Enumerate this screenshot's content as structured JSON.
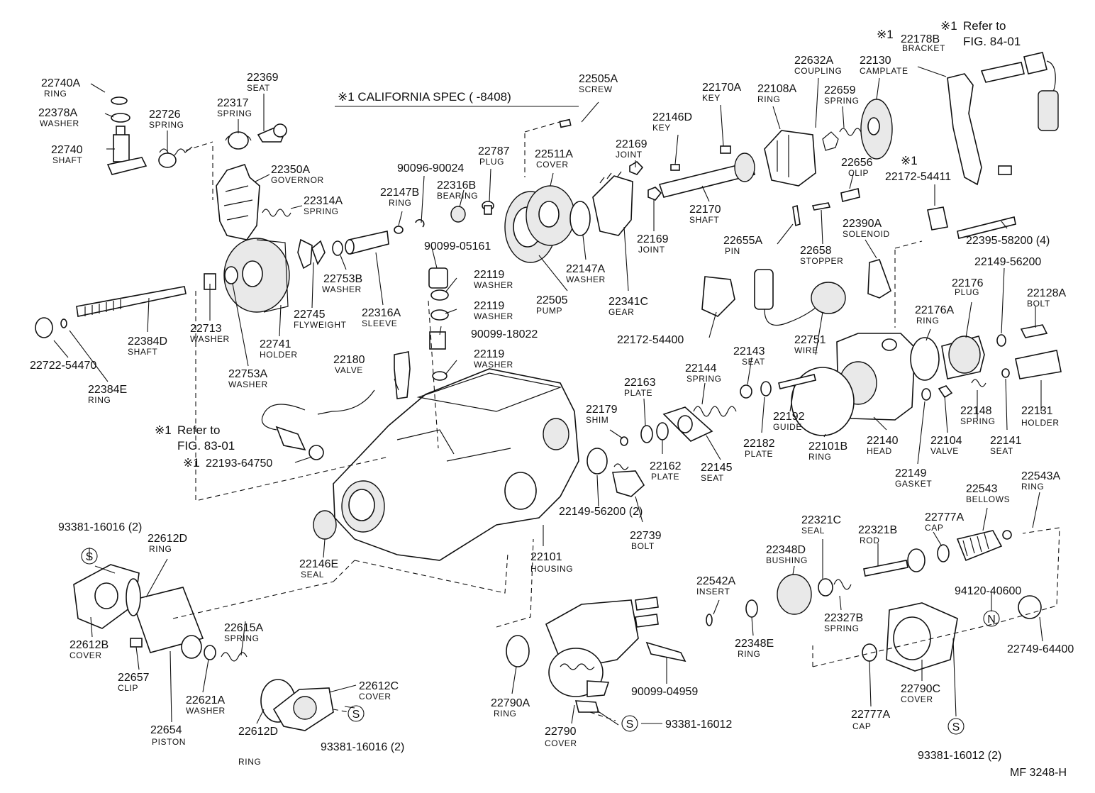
{
  "diagram": {
    "note": "※1 CALIFORNIA SPEC (      -8408)",
    "drawing_code": "MF  3248-H",
    "parts": [
      {
        "id": "22740A",
        "name": "RING"
      },
      {
        "id": "22378A",
        "name": "WASHER"
      },
      {
        "id": "22740",
        "name": "SHAFT"
      },
      {
        "id": "22726",
        "name": "SPRING"
      },
      {
        "id": "22317",
        "name": "SPRING"
      },
      {
        "id": "22369",
        "name": "SEAT"
      },
      {
        "id": "22350A",
        "name": "GOVERNOR"
      },
      {
        "id": "22314A",
        "name": "SPRING"
      },
      {
        "id": "22384D",
        "name": "SHAFT"
      },
      {
        "id": "22722-54470",
        "name": ""
      },
      {
        "id": "22384E",
        "name": "RING"
      },
      {
        "id": "22713",
        "name": "WASHER"
      },
      {
        "id": "22753A",
        "name": "WASHER"
      },
      {
        "id": "22741",
        "name": "HOLDER"
      },
      {
        "id": "22745",
        "name": "FLYWEIGHT"
      },
      {
        "id": "22753B",
        "name": "WASHER"
      },
      {
        "id": "22316A",
        "name": "SLEEVE"
      },
      {
        "id": "22147B",
        "name": "RING"
      },
      {
        "id": "90096-90024",
        "name": ""
      },
      {
        "id": "22316B",
        "name": "BEARING"
      },
      {
        "id": "22787",
        "name": "PLUG"
      },
      {
        "id": "22505A",
        "name": "SCREW"
      },
      {
        "id": "22511A",
        "name": "COVER"
      },
      {
        "id": "22505",
        "name": "PUMP"
      },
      {
        "id": "22147A",
        "name": "WASHER"
      },
      {
        "id": "22341C",
        "name": "GEAR"
      },
      {
        "id": "22169",
        "name": "JOINT"
      },
      {
        "id": "22169",
        "name": "JOINT"
      },
      {
        "id": "22146D",
        "name": "KEY"
      },
      {
        "id": "22170A",
        "name": "KEY"
      },
      {
        "id": "22170",
        "name": "SHAFT"
      },
      {
        "id": "22108A",
        "name": "RING"
      },
      {
        "id": "22632A",
        "name": "COUPLING"
      },
      {
        "id": "22659",
        "name": "SPRING"
      },
      {
        "id": "22130",
        "name": "CAMPLATE"
      },
      {
        "id": "22656",
        "name": "CLIP"
      },
      {
        "id": "22178B",
        "name": "BRACKET"
      },
      {
        "id": "22172-54411",
        "name": ""
      },
      {
        "id": "22395-58200 (4)",
        "name": ""
      },
      {
        "id": "22655A",
        "name": "PIN"
      },
      {
        "id": "22658",
        "name": "STOPPER"
      },
      {
        "id": "22390A",
        "name": "SOLENOID"
      },
      {
        "id": "90099-05161",
        "name": ""
      },
      {
        "id": "22119",
        "name": "WASHER"
      },
      {
        "id": "22119",
        "name": "WASHER"
      },
      {
        "id": "90099-18022",
        "name": ""
      },
      {
        "id": "22119",
        "name": "WASHER"
      },
      {
        "id": "22180",
        "name": "VALVE"
      },
      {
        "id": "22172-54400",
        "name": ""
      },
      {
        "id": "22751",
        "name": "WIRE"
      },
      {
        "id": "22149-56200",
        "name": ""
      },
      {
        "id": "22176",
        "name": "PLUG"
      },
      {
        "id": "22128A",
        "name": "BOLT"
      },
      {
        "id": "22176A",
        "name": "RING"
      },
      {
        "id": "22143",
        "name": "SEAT"
      },
      {
        "id": "22144",
        "name": "SPRING"
      },
      {
        "id": "22163",
        "name": "PLATE"
      },
      {
        "id": "22179",
        "name": "SHIM"
      },
      {
        "id": "22162",
        "name": "PLATE"
      },
      {
        "id": "22145",
        "name": "SEAT"
      },
      {
        "id": "22182",
        "name": "PLATE"
      },
      {
        "id": "22192",
        "name": "GUIDE"
      },
      {
        "id": "22101B",
        "name": "RING"
      },
      {
        "id": "22140",
        "name": "HEAD"
      },
      {
        "id": "22149",
        "name": "GASKET"
      },
      {
        "id": "22104",
        "name": "VALVE"
      },
      {
        "id": "22148",
        "name": "SPRING"
      },
      {
        "id": "22141",
        "name": "SEAT"
      },
      {
        "id": "22131",
        "name": "HOLDER"
      },
      {
        "id": "22193-64750",
        "name": ""
      },
      {
        "id": "22149-56200 (2)",
        "name": ""
      },
      {
        "id": "22739",
        "name": "BOLT"
      },
      {
        "id": "22101",
        "name": "HOUSING"
      },
      {
        "id": "22146E",
        "name": "SEAL"
      },
      {
        "id": "93381-16016 (2)",
        "name": ""
      },
      {
        "id": "22612D",
        "name": "RING"
      },
      {
        "id": "22612B",
        "name": "COVER"
      },
      {
        "id": "22657",
        "name": "CLIP"
      },
      {
        "id": "22615A",
        "name": "SPRING"
      },
      {
        "id": "22621A",
        "name": "WASHER"
      },
      {
        "id": "22654",
        "name": "PISTON"
      },
      {
        "id": "22612C",
        "name": "COVER"
      },
      {
        "id": "22612D",
        "name": "RING"
      },
      {
        "id": "93381-16016 (2)",
        "name": ""
      },
      {
        "id": "22790A",
        "name": "RING"
      },
      {
        "id": "22790",
        "name": "COVER"
      },
      {
        "id": "93381-16012",
        "name": ""
      },
      {
        "id": "90099-04959",
        "name": ""
      },
      {
        "id": "22542A",
        "name": "INSERT"
      },
      {
        "id": "22348E",
        "name": "RING"
      },
      {
        "id": "22348D",
        "name": "BUSHING"
      },
      {
        "id": "22321C",
        "name": "SEAL"
      },
      {
        "id": "22327B",
        "name": "SPRING"
      },
      {
        "id": "22321B",
        "name": "ROD"
      },
      {
        "id": "22777A",
        "name": "CAP"
      },
      {
        "id": "22543",
        "name": "BELLOWS"
      },
      {
        "id": "22543A",
        "name": "RING"
      },
      {
        "id": "94120-40600",
        "name": ""
      },
      {
        "id": "22749-64400",
        "name": ""
      },
      {
        "id": "22790C",
        "name": "COVER"
      },
      {
        "id": "22777A",
        "name": "CAP"
      },
      {
        "id": "93381-16012 (2)",
        "name": ""
      }
    ],
    "refs": [
      {
        "mark": "※1",
        "text": "Refer to",
        "fig": "FIG. 84-01"
      },
      {
        "mark": "※1",
        "text": "Refer to",
        "fig": "FIG. 83-01"
      }
    ],
    "asterisk_marks": [
      {
        "mark": "※1"
      },
      {
        "mark": "※1"
      },
      {
        "mark": "※1"
      }
    ],
    "circle_symbols": [
      "S",
      "S",
      "S",
      "S",
      "N"
    ]
  }
}
